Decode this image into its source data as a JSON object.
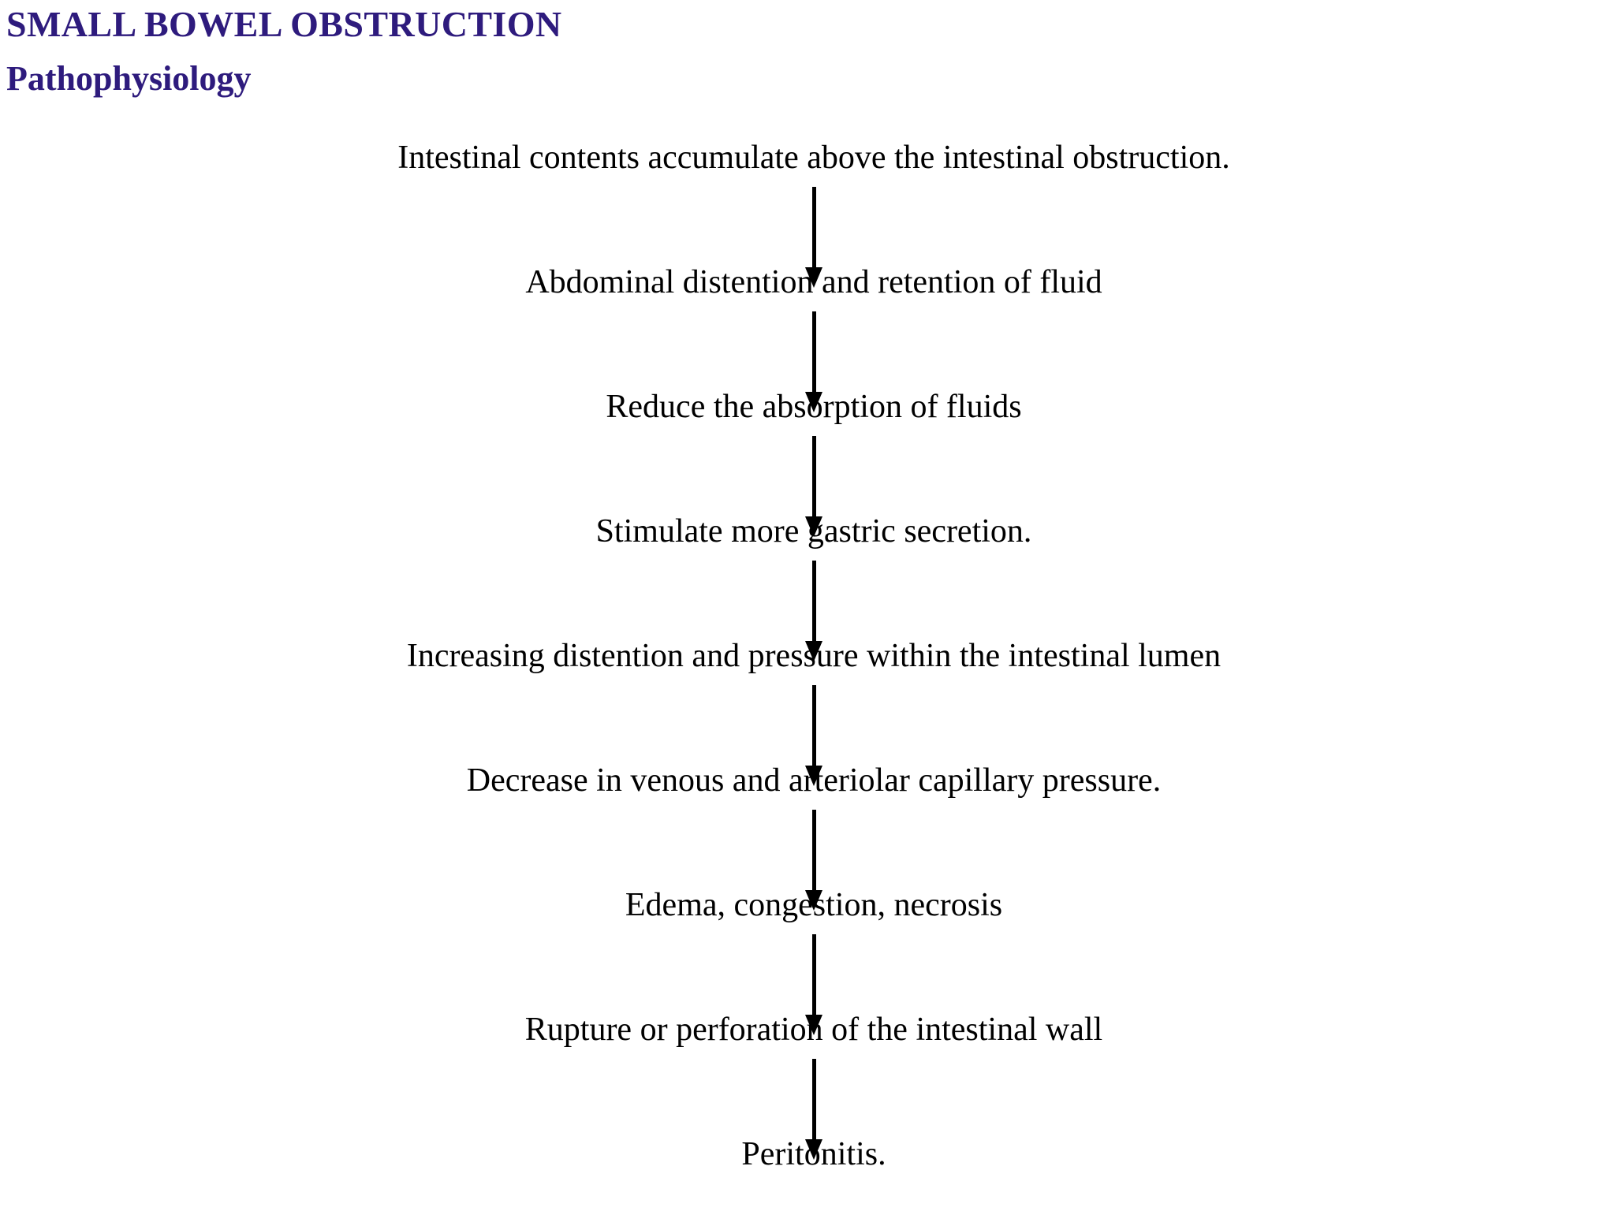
{
  "slide": {
    "background_color": "#ffffff",
    "title": "SMALL BOWEL OBSTRUCTION",
    "subtitle": "Pathophysiology",
    "heading_color": "#2e1b7d",
    "body_text_color": "#000000"
  },
  "flowchart": {
    "type": "vertical-flow",
    "arrow_count": 8,
    "arrow_direction": "down",
    "steps": [
      {
        "index": 1,
        "text": "Intestinal contents accumulate above the intestinal obstruction."
      },
      {
        "index": 2,
        "text": "Abdominal distention and retention of fluid"
      },
      {
        "index": 3,
        "text": "Reduce the absorption of fluids"
      },
      {
        "index": 4,
        "text": "Stimulate more gastric secretion."
      },
      {
        "index": 5,
        "text": "Increasing distention and pressure within the intestinal lumen"
      },
      {
        "index": 6,
        "text": "Decrease in venous and arteriolar capillary pressure."
      },
      {
        "index": 7,
        "text": "Edema, congestion, necrosis"
      },
      {
        "index": 8,
        "text": "Rupture or perforation of the intestinal wall"
      },
      {
        "index": 9,
        "text": "Peritonitis."
      }
    ]
  }
}
